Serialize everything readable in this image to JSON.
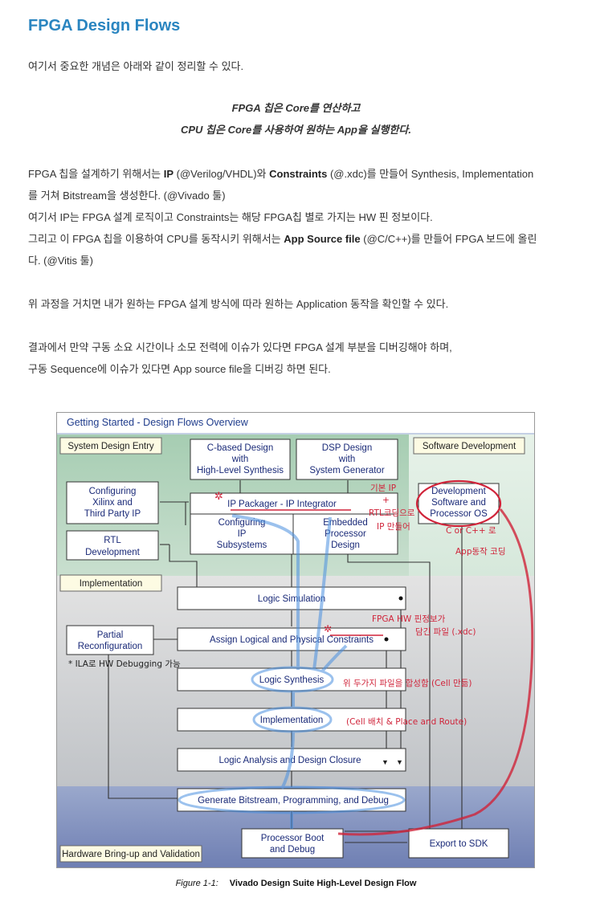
{
  "title": "FPGA Design Flows",
  "intro": "여기서 중요한 개념은 아래와 같이 정리할 수 있다.",
  "emphasis": {
    "line1": "FPGA 칩은 Core를 연산하고",
    "line2": "CPU 칩은 Core를 사용하여 원하는 App을 실행한다."
  },
  "para1": {
    "a": "FPGA 칩을 설계하기 위해서는 ",
    "b": "IP",
    "c": " (@Verilog/VHDL)와 ",
    "d": "Constraints",
    "e": " (@.xdc)를 만들어 Synthesis, Implementation",
    "f": "를 거쳐 Bitstream을 생성한다. (@Vivado 툴)"
  },
  "para2": "여기서 IP는 FPGA 설계 로직이고 Constraints는 해당 FPGA칩 별로 가지는 HW 핀 정보이다.",
  "para3": {
    "a": "그리고 이 FPGA 칩을 이용하여 CPU를 동작시키 위해서는 ",
    "b": "App Source file",
    "c": " (@C/C++)를 만들어 FPGA 보드에 올린",
    "d": "다. (@Vitis 툴)"
  },
  "para4": "위 과정을 거치면 내가 원하는 FPGA 설계 방식에 따라 원하는 Application 동작을 확인할 수 있다.",
  "para5": {
    "a": "결과에서 만약 구동 소요 시간이나 소모 전력에 이슈가 있다면 FPGA 설계 부분을 디버깅해야 하며,",
    "b": "구동 Sequence에 이슈가 있다면 App source file을 디버깅 하면 된다."
  },
  "figure": {
    "header": "Getting Started - Design Flows Overview",
    "sections": {
      "system_design_entry": "System Design Entry",
      "software_development": "Software Development",
      "implementation": "Implementation",
      "hardware_bringup": "Hardware Bring-up and Validation"
    },
    "boxes": {
      "c_based": [
        "C-based Design",
        "with",
        "High-Level Synthesis"
      ],
      "dsp": [
        "DSP Design",
        "with",
        "System Generator"
      ],
      "configuring_xilinx": [
        "Configuring",
        "Xilinx and",
        "Third Party IP"
      ],
      "rtl": [
        "RTL",
        "Development"
      ],
      "ip_packager": "IP Packager - IP Integrator",
      "configuring_ip": [
        "Configuring",
        "IP",
        "Subsystems"
      ],
      "embedded": [
        "Embedded",
        "Processor",
        "Design"
      ],
      "dev_software": [
        "Development",
        "Software and",
        "Processor OS"
      ],
      "logic_sim": "Logic Simulation",
      "partial": [
        "Partial",
        "Reconfiguration"
      ],
      "assign": "Assign Logical and Physical Constraints",
      "synthesis": "Logic Synthesis",
      "implementation": "Implementation",
      "analysis": "Logic Analysis and Design Closure",
      "bitstream": "Generate Bitstream, Programming, and Debug",
      "processor_boot": [
        "Processor Boot",
        "and Debug"
      ],
      "export_sdk": "Export to SDK"
    },
    "annotations": {
      "ip_note": [
        "기본 IP",
        "+",
        "RTL코딩으로",
        "IP 만들어"
      ],
      "sw_note": [
        "C or C++ 로",
        "App동작 코딩"
      ],
      "constraint_note": [
        "FPGA HW 핀정보가",
        "담긴 파일 (.xdc)"
      ],
      "ila_note": "* ILA로 HW Debugging 가능",
      "synth_note": "위 두가지 파일을 합성함 (Cell 만듦)",
      "impl_note": "(Cell 배치 & Place and Route)"
    },
    "caption_label": "Figure 1-1:",
    "caption_text": "Vivado Design Suite High-Level Design Flow"
  }
}
